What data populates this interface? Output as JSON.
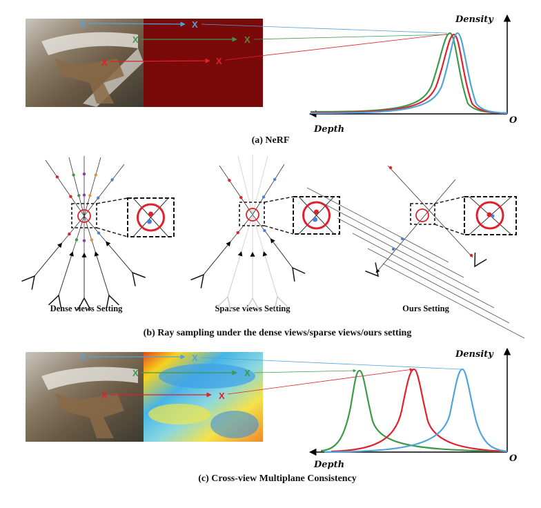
{
  "panel_a": {
    "caption": "(a) NeRF",
    "density_label": "Density",
    "depth_label": "Depth",
    "origin_label": "O",
    "marker": "X",
    "colors": {
      "blue": "#4fa3dc",
      "green": "#3a9a4a",
      "red": "#e0202a",
      "field": "#7a0a0a"
    }
  },
  "panel_b": {
    "caption": "(b) Ray sampling under the dense views/sparse views/ours setting",
    "settings": [
      "Dense views Setting",
      "Sparse views Setting",
      "Ours Setting"
    ]
  },
  "panel_c": {
    "caption": "(c) Cross-view Multiplane Consistency",
    "density_label": "Density",
    "depth_label": "Depth",
    "origin_label": "O",
    "marker": "X"
  }
}
